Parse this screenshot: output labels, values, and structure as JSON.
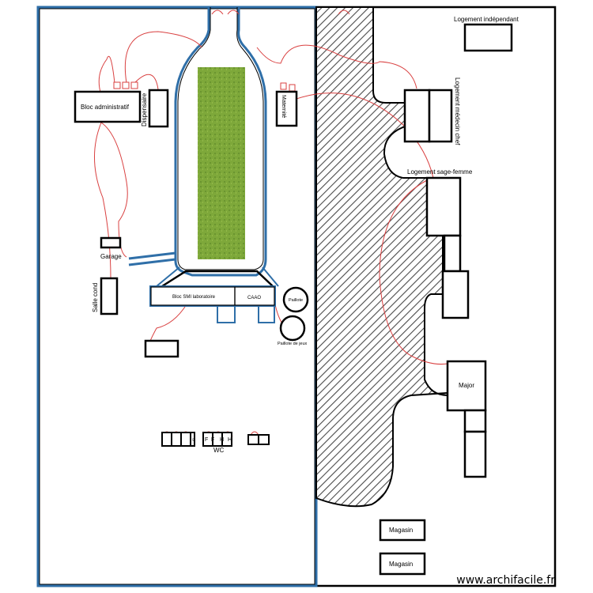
{
  "labels": {
    "logement_independant": "Logement indépendant",
    "logement_medecin_chef": "Logement médecin chef",
    "logement_sage_femme": "Logement sage-femme",
    "bloc_administratif": "Bloc administratif",
    "dispensaire": "Dispensaire",
    "maternite": "Maternité",
    "garage": "Garage",
    "salle_cond": "Salle cond",
    "bloc_smi_laboratoire": "Bloc SMI laboratoire",
    "caao": "CAAO",
    "paillote": "Paillote",
    "paillote_de_jeux": "Paillote de jeux",
    "major": "Major",
    "magasin_1": "Magasin",
    "magasin_2": "Magasin",
    "wc": "WC",
    "wc_marks": [
      "F",
      "F",
      "H",
      "H"
    ],
    "wc_stub": "s"
  },
  "watermark": "www.archifacile.fr",
  "colors": {
    "wall": "#000000",
    "site_boundary": "#2f6fa8",
    "door_arc": "#d94040",
    "lawn": "#7fa53a",
    "hatch": "#555555"
  }
}
